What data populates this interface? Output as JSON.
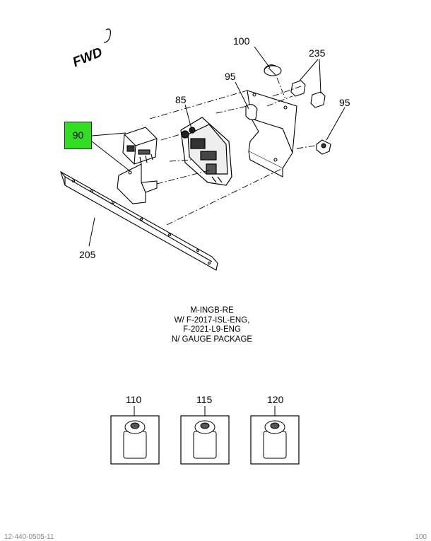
{
  "fwd_label": "FWD",
  "callouts": {
    "c100": "100",
    "c235": "235",
    "c95a": "95",
    "c95b": "95",
    "c85": "85",
    "c90": "90",
    "c205": "205",
    "c110": "110",
    "c115": "115",
    "c120": "120"
  },
  "highlight_color": "#33dd22",
  "note_lines": [
    "M-INGB-RE",
    "W/ F-2017-ISL-ENG,",
    "F-2021-L9-ENG",
    "N/ GAUGE PACKAGE"
  ],
  "footer": {
    "left": "12-440-0505-11",
    "right": "100"
  }
}
